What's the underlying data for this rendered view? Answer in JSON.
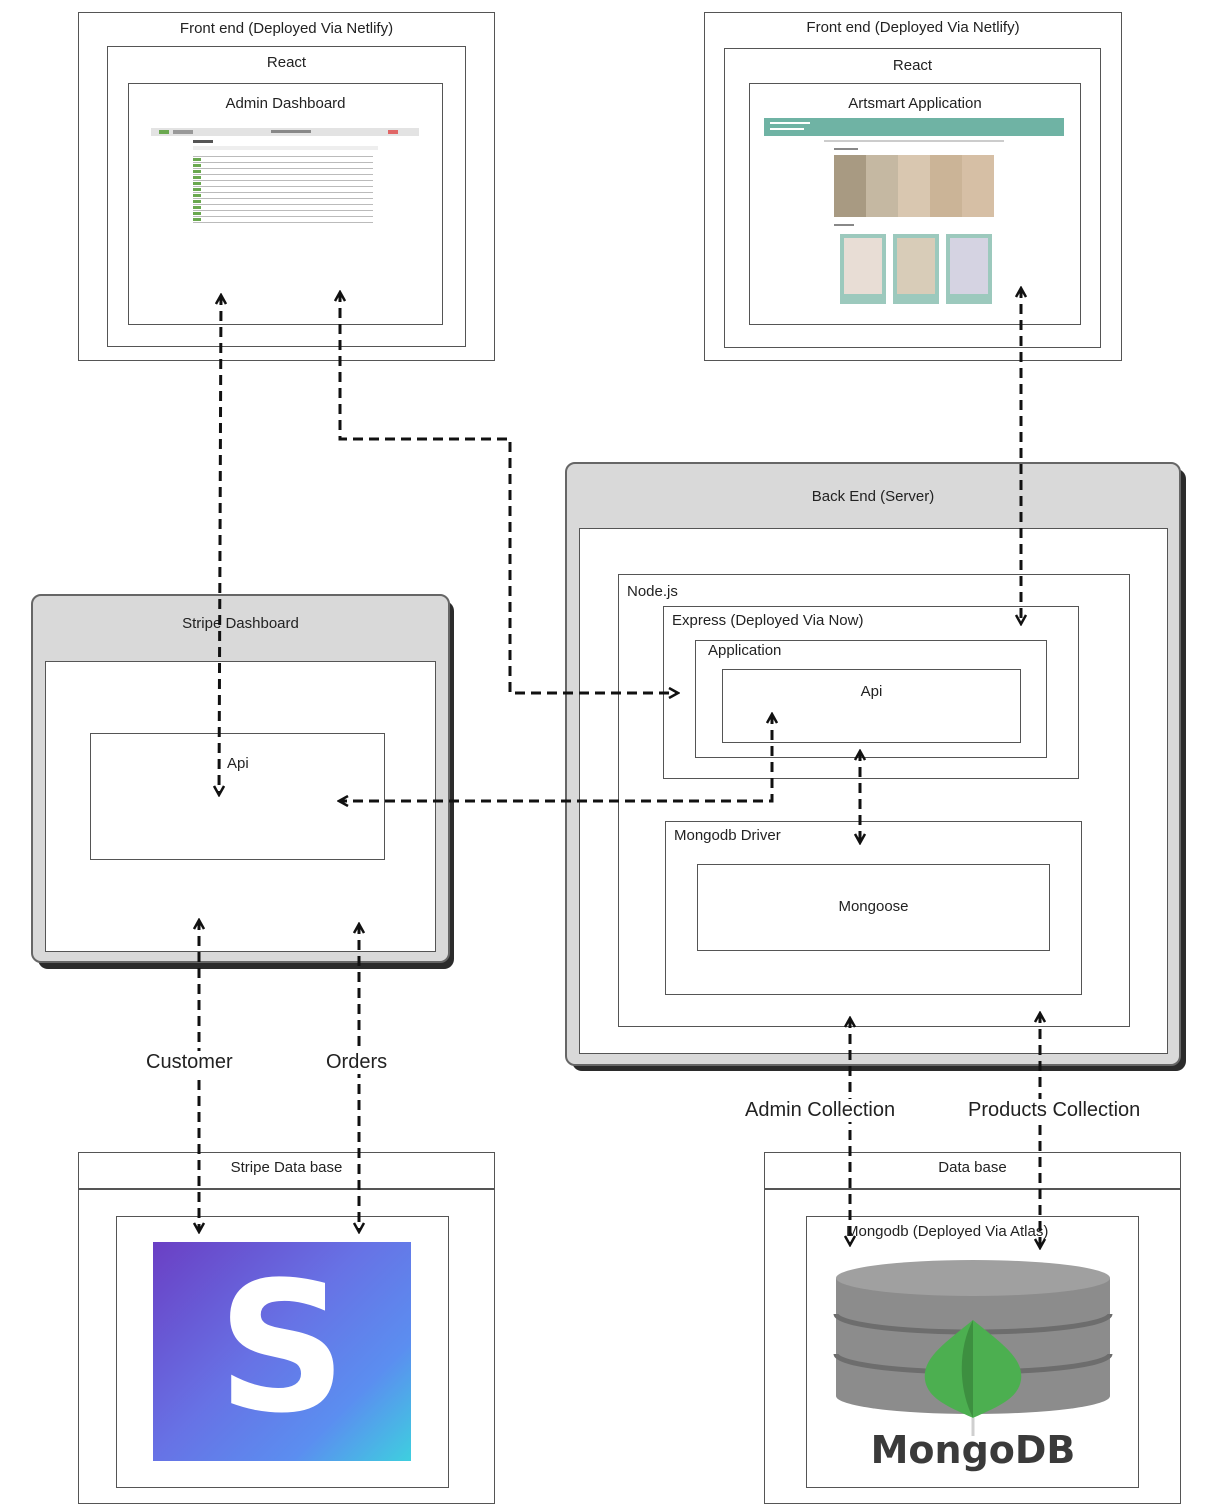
{
  "admin_frontend": {
    "title": "Front end (Deployed Via Netlify)",
    "framework": "React",
    "app": "Admin Dashboard"
  },
  "artsmart_frontend": {
    "title": "Front end (Deployed Via Netlify)",
    "framework": "React",
    "app": "Artsmart Application"
  },
  "stripe_dashboard": {
    "title": "Stripe Dashboard",
    "api": "Api"
  },
  "backend": {
    "title": "Back End (Server)",
    "runtime": "Node.js",
    "express": "Express (Deployed Via Now)",
    "application": "Application",
    "api": "Api",
    "driver": "Mongodb Driver",
    "odm": "Mongoose"
  },
  "stripe_db": {
    "title": "Stripe Data base",
    "logo_text": "S"
  },
  "mongo_db": {
    "title": "Data base",
    "subtitle": "Mongodb (Deployed Via Atlas)",
    "logo_text": "MongoDB"
  },
  "edges": {
    "customer": "Customer",
    "orders": "Orders",
    "admin_collection": "Admin Collection",
    "products_collection": "Products Collection"
  },
  "colors": {
    "panel_gray": "#d9d9d9",
    "stripe_purple": "#6772e5",
    "stripe_cyan": "#3ecfdf",
    "mongo_green": "#4caf50",
    "cylinder_gray": "#8c8c8c"
  }
}
